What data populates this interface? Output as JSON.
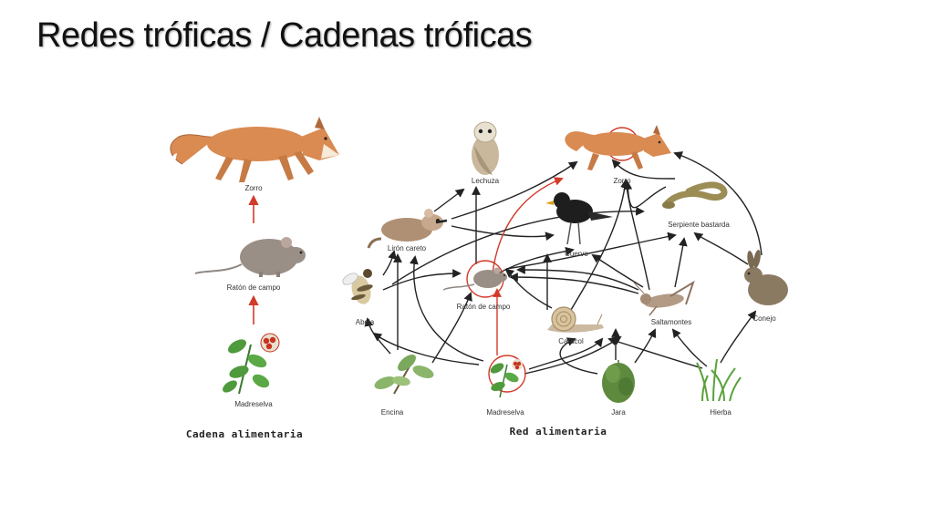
{
  "title": "Redes tróficas / Cadenas tróficas",
  "colors": {
    "fox": "#d98b52",
    "mouse": "#9a8f87",
    "leaf": "#4e9a3c",
    "berry": "#c8331f",
    "arrow": "#222222",
    "red_arrow": "#d23a2a"
  },
  "chain": {
    "caption": "Cadena alimentaria",
    "labels": {
      "zorro": "Zorro",
      "raton": "Ratón de campo",
      "madreselva": "Madreselva"
    }
  },
  "web": {
    "caption": "Red alimentaria",
    "labels": {
      "lechuza": "Lechuza",
      "zorro": "Zorro",
      "serpiente": "Serpiente bastarda",
      "liron": "Lirón careto",
      "cuervo": "Cuervo",
      "abeja": "Abeja",
      "raton": "Ratón de campo",
      "saltamontes": "Saltamontes",
      "conejo": "Conejo",
      "caracol": "Caracol",
      "encina": "Encina",
      "madreselva": "Madreselva",
      "jara": "Jara",
      "hierba": "Hierba"
    }
  }
}
